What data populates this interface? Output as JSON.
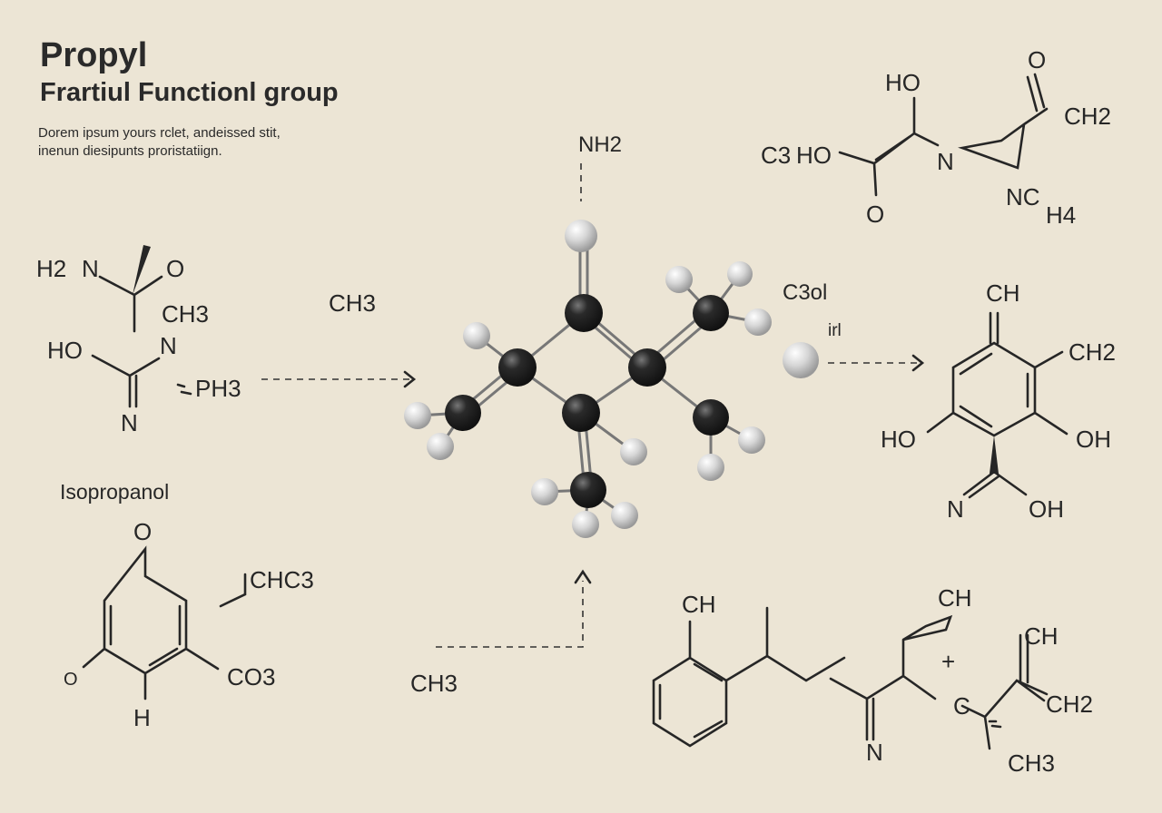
{
  "header": {
    "title": "Propyl",
    "subtitle": "Frartiul Functionl group",
    "description_lines": [
      "Dorem ipsum yours rclet, andeissed stit,",
      "inenun diesipunts proristatiign."
    ]
  },
  "left_molecule": {
    "labels": [
      "H2",
      "N",
      "O",
      "CH3",
      "HO",
      "N",
      "PH3",
      "N"
    ]
  },
  "center_labels": {
    "ch3_upper": "CH3",
    "nh2": "NH2",
    "c3ol": "C3ol",
    "irl": "irl",
    "ch3_lower": "CH3"
  },
  "section_label": "Isopropanol",
  "isopropanol_molecule": {
    "labels": [
      "O",
      "CHC3",
      "CO3",
      "O",
      "H"
    ]
  },
  "top_right_molecule": {
    "labels": [
      "HO",
      "O",
      "CH2",
      "C3",
      "HO",
      "N",
      "O",
      "NC",
      "H4"
    ]
  },
  "right_molecule": {
    "labels": [
      "CH",
      "CH2",
      "HO",
      "OH",
      "N",
      "OH"
    ]
  },
  "bottom_right_molecule": {
    "labels": [
      "CH",
      "CH",
      "+",
      "CH",
      "C",
      "CH2",
      "N",
      "CH3"
    ]
  },
  "colors": {
    "background": "#ece5d5",
    "ink": "#262626",
    "atom_dark": "#1f1f1f",
    "atom_light": "#d8d8d8"
  }
}
